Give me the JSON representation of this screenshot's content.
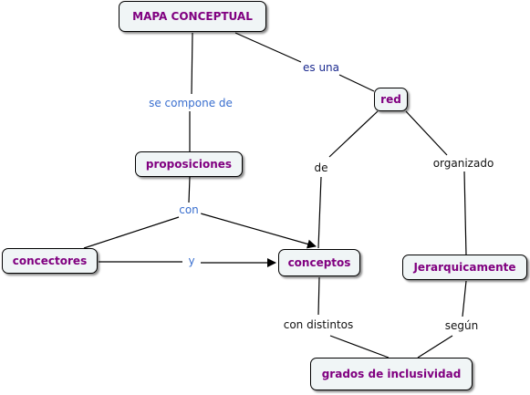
{
  "nodes": {
    "mapa": "MAPA CONCEPTUAL",
    "red": "red",
    "proposiciones": "proposiciones",
    "concectores": "concectores",
    "conceptos": "conceptos",
    "jerarquicamente": "Jerarquicamente",
    "grados": "grados de inclusividad"
  },
  "links": {
    "es_una": "es una",
    "se_compone_de": "se compone de",
    "de": "de",
    "organizado": "organizado",
    "con": "con",
    "y": "y",
    "con_distintos": "con distintos",
    "segun": "según"
  },
  "colors": {
    "node_bg": "#f0f5f6",
    "node_text": "#800080",
    "link_text_blue": "#3a6fcf",
    "link_text_navy": "#1b2a8f",
    "line": "#000000"
  }
}
